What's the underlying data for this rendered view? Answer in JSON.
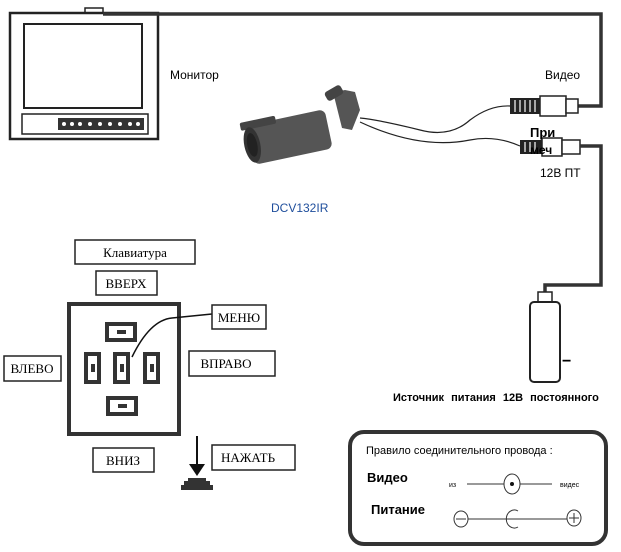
{
  "monitor": {
    "label": "Монитор"
  },
  "camera": {
    "model": "DCV132IR",
    "model_color": "#1f4e9c"
  },
  "connectors": {
    "video_label": "Видео",
    "note_label_line1": "При",
    "note_label_line2": "меч",
    "power_label": "12В ПТ"
  },
  "power_source": {
    "label": "Источник питания 12В постоянного",
    "minus": "−"
  },
  "keypad": {
    "title": "Клавиатура",
    "up": "ВВЕРХ",
    "down": "ВНИЗ",
    "left": "ВЛЕВО",
    "right": "ВПРАВО",
    "menu": "МЕНЮ",
    "press": "НАЖАТЬ"
  },
  "legend": {
    "title": "Правило соединительного провода :",
    "video": "Видео",
    "video_from": "из",
    "video_to": "видес",
    "power": "Питание"
  }
}
